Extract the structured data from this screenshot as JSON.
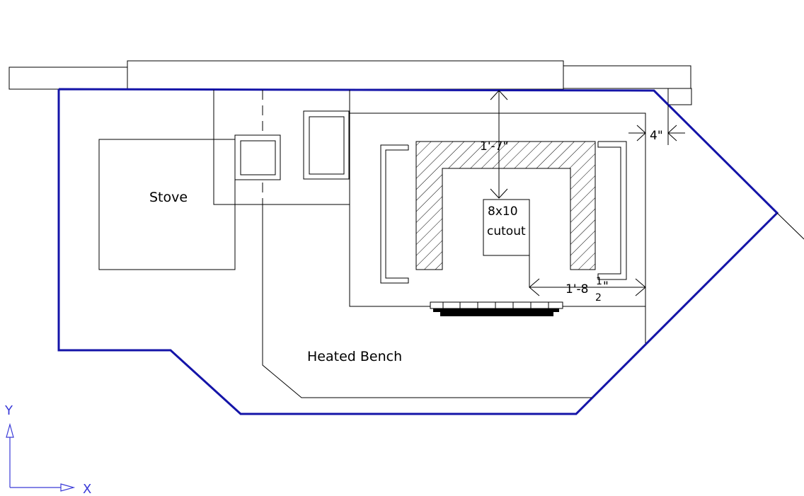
{
  "labels": {
    "stove": "Stove",
    "heated_bench": "Heated Bench",
    "cutout_line1": "8x10",
    "cutout_line2": "cutout"
  },
  "dimensions": {
    "vertical": "1'-7\"",
    "right_gap": "4\"",
    "horizontal_whole": "1'-8",
    "horizontal_num": "1",
    "horizontal_den": "2",
    "horizontal_inch": "\""
  },
  "axes": {
    "x": "X",
    "y": "Y"
  },
  "colors": {
    "outline": "#1414a8",
    "axis": "#3a3ad8",
    "lines": "#000000"
  }
}
